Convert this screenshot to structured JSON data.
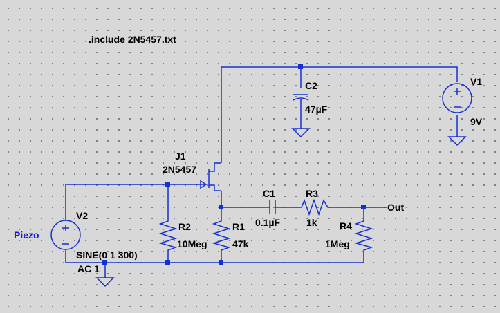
{
  "directive": ".include 2N5457.txt",
  "components": {
    "v1": {
      "name": "V1",
      "value": "9V"
    },
    "v2": {
      "name": "V2",
      "value": "SINE(0 1 300)",
      "ac": "AC 1",
      "net_label": "Piezo"
    },
    "c1": {
      "name": "C1",
      "value": "0.1µF"
    },
    "c2": {
      "name": "C2",
      "value": "47µF"
    },
    "r1": {
      "name": "R1",
      "value": "47k"
    },
    "r2": {
      "name": "R2",
      "value": "10Meg"
    },
    "r3": {
      "name": "R3",
      "value": "1k"
    },
    "r4": {
      "name": "R4",
      "value": "1Meg"
    },
    "j1": {
      "name": "J1",
      "value": "2N5457"
    }
  },
  "out_label": "Out",
  "colors": {
    "wire": "#1530d0",
    "background": "#d8d8d8",
    "net_label": "#1a1ad0"
  }
}
